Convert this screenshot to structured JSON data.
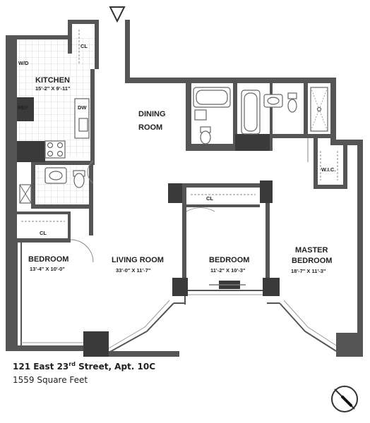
{
  "rooms": {
    "kitchen": {
      "name": "KITCHEN",
      "dims": "15'-2\" X 9'-11\""
    },
    "dining": {
      "line1": "DINING",
      "line2": "ROOM"
    },
    "bedroom_left": {
      "name": "BEDROOM",
      "dims": "13'-4\" X 10'-0\""
    },
    "living": {
      "name": "LIVING ROOM",
      "dims": "33'-0\" X 11'-7\""
    },
    "bedroom_mid": {
      "name": "BEDROOM",
      "dims": "11'-2\" X 10'-3\""
    },
    "master": {
      "line1": "MASTER",
      "line2": "BEDROOM",
      "dims": "18'-7\" X 11'-3\""
    }
  },
  "labels": {
    "wd": "W/D",
    "ref": "REF.",
    "dw": "DW",
    "cl_top": "CL",
    "cl_left": "CL",
    "cl_mid": "CL",
    "wic": "W.I.C."
  },
  "footer": {
    "address_pre": "121 East 23",
    "address_sup": "rd",
    "address_post": " Street, Apt. 10C",
    "sqft": "1559 Square Feet"
  },
  "icons": {
    "entry": "entry-triangle-icon",
    "compass": "compass-north-icon"
  }
}
